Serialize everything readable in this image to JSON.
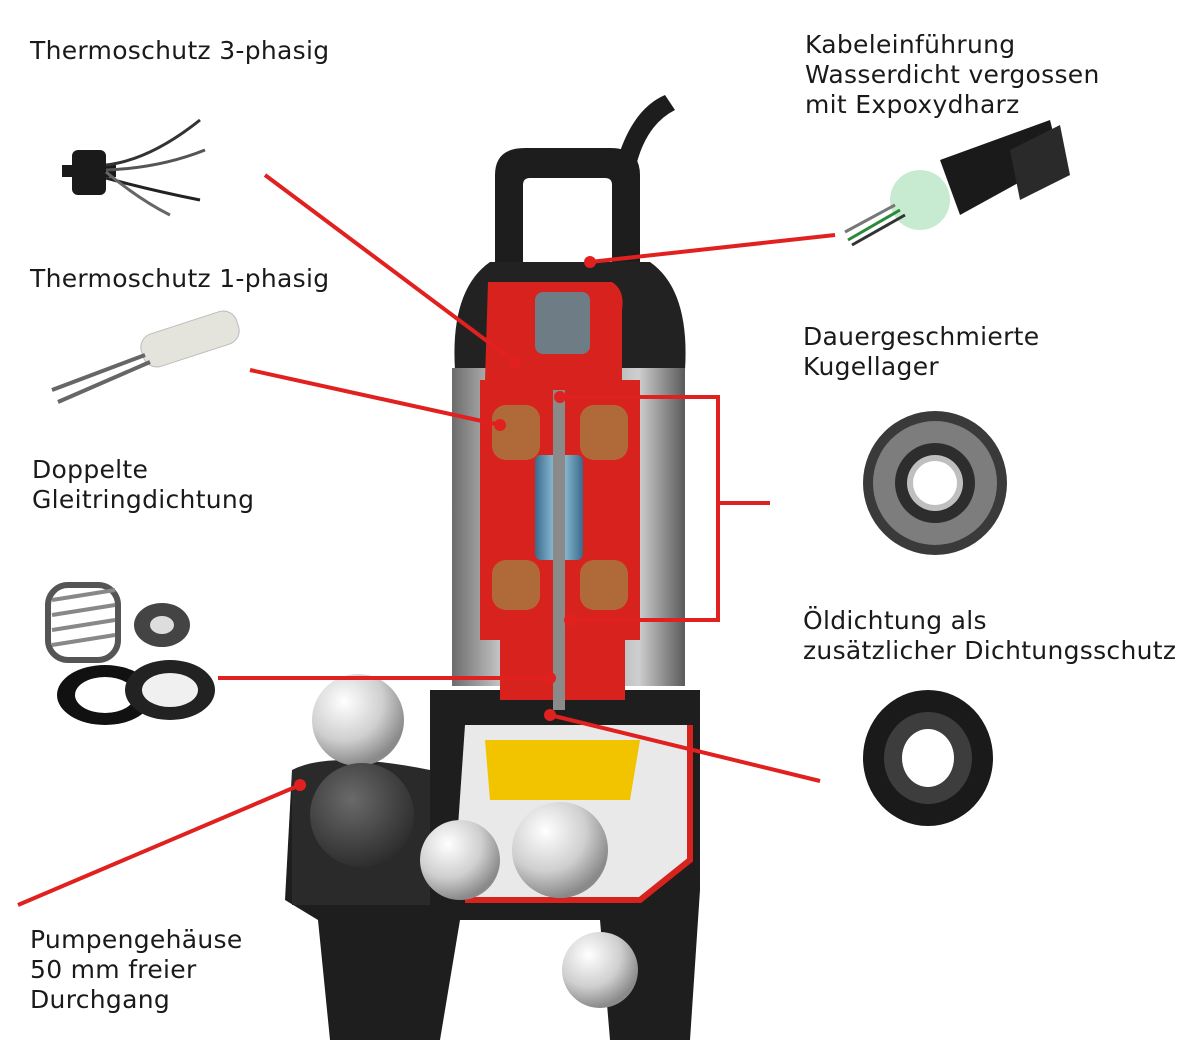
{
  "labels": {
    "thermo3": "Thermoschutz 3-phasig",
    "thermo1": "Thermoschutz 1-phasig",
    "seal": "Doppelte\nGleitringdichtung",
    "housing": "Pumpengehäuse\n50 mm freier\nDurchgang",
    "cable": "Kabeleinführung\nWasserdicht vergossen\nmit Expoxydharz",
    "bearing": "Dauergeschmierte\nKugellager",
    "oilseal": "Öldichtung als\nzusätzlicher Dichtungsschutz"
  },
  "colors": {
    "leader": "#e0211f",
    "cutaway_red": "#d8221e",
    "pump_black": "#1d1d1d",
    "steel": "#9a9a9a",
    "impeller": "#f2c400"
  },
  "icons": [
    "thermo3-sensor-icon",
    "thermo1-sensor-icon",
    "mechanical-seal-icon",
    "cable-gland-icon",
    "ball-bearing-icon",
    "oil-seal-icon",
    "pump-cutaway-icon"
  ]
}
